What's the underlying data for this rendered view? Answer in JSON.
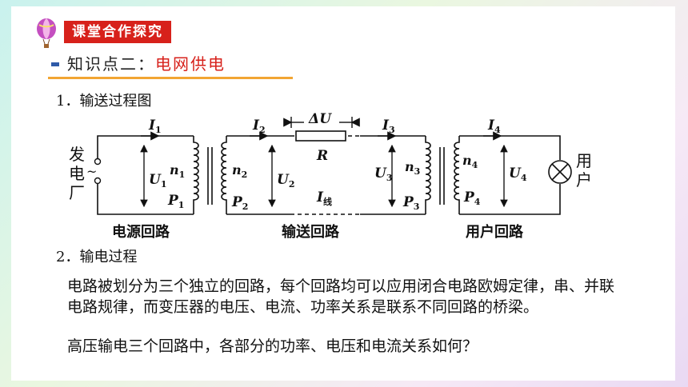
{
  "header": {
    "tag": "课堂合作探究",
    "subtitle_prefix": "知识点二：",
    "subtitle_topic": "电网供电"
  },
  "step1": "1．输送过程图",
  "step2": "2．输电过程",
  "diagram": {
    "source": [
      "发",
      "电",
      "厂"
    ],
    "ac_symbol": "~",
    "user": [
      "用",
      "户"
    ],
    "I1": "I",
    "I1_sub": "1",
    "I2": "I",
    "I2_sub": "2",
    "I3": "I",
    "I3_sub": "3",
    "I4": "I",
    "I4_sub": "4",
    "dU": "ΔU",
    "R": "R",
    "U1": "U",
    "U1_sub": "1",
    "U2": "U",
    "U2_sub": "2",
    "U3": "U",
    "U3_sub": "3",
    "U4": "U",
    "U4_sub": "4",
    "n1": "n",
    "n1_sub": "1",
    "n2": "n",
    "n2_sub": "2",
    "n3": "n",
    "n3_sub": "3",
    "n4": "n",
    "n4_sub": "4",
    "P1": "P",
    "P1_sub": "1",
    "P2": "P",
    "P2_sub": "2",
    "P3": "P",
    "P3_sub": "3",
    "P4": "P",
    "P4_sub": "4",
    "Iline": "I",
    "Iline_sub": "线",
    "loop1": "电源回路",
    "loop2": "输送回路",
    "loop3": "用户回路"
  },
  "paragraph": "电路被划分为三个独立的回路，每个回路均可以应用闭合电路欧姆定律，串、并联电路规律，而变压器的电压、电流、功率关系是联系不同回路的桥梁。",
  "question": "高压输电三个回路中，各部分的功率、电压和电流关系如何？"
}
